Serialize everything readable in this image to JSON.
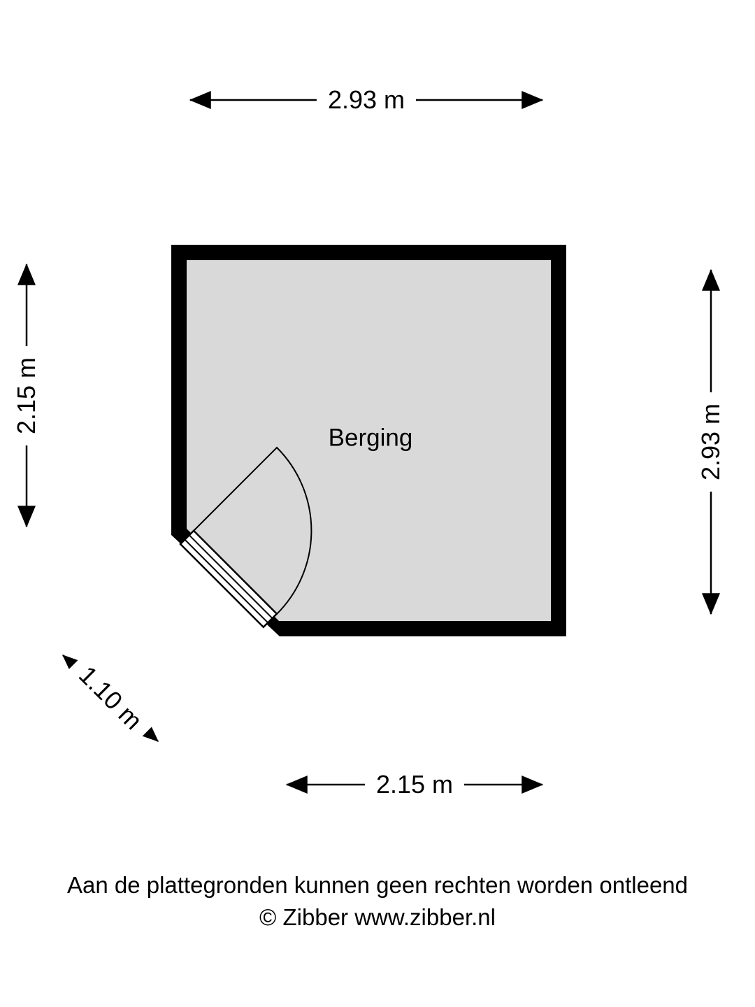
{
  "plan": {
    "room_label": "Berging",
    "colors": {
      "wall": "#000000",
      "floor": "#d9d9d9",
      "line": "#000000"
    }
  },
  "dimensions": {
    "top": "2.93 m",
    "left": "2.15 m",
    "right": "2.93 m",
    "bottom": "2.15 m",
    "door_diagonal": "1.10 m"
  },
  "footer": {
    "disclaimer": "Aan de plattegronden kunnen geen rechten worden ontleend",
    "copyright": "© Zibber www.zibber.nl"
  }
}
